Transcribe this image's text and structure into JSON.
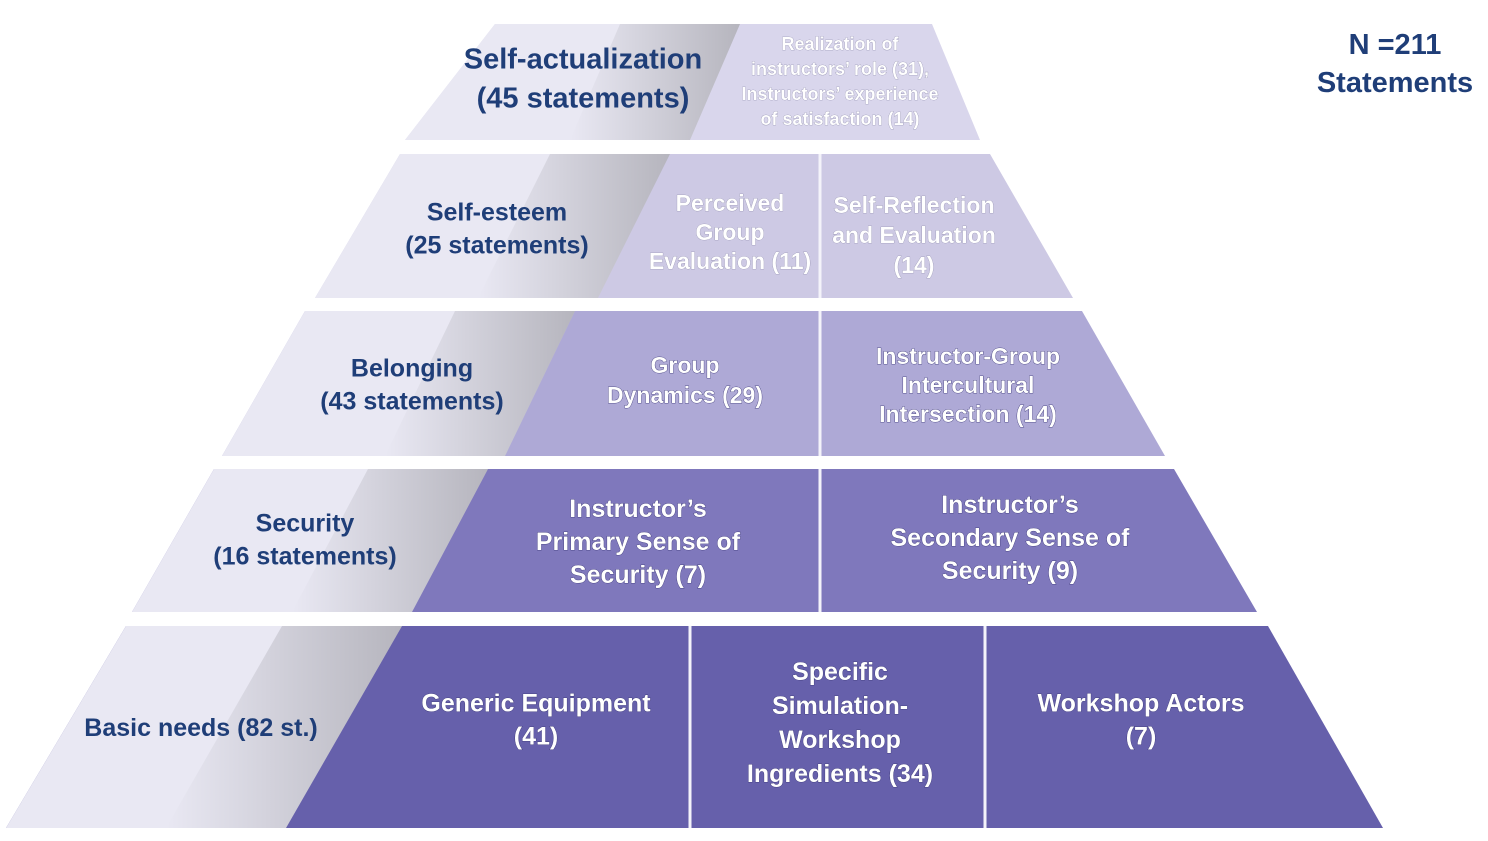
{
  "total": {
    "count_line": "N =211",
    "unit_line": "Statements"
  },
  "levels": [
    {
      "id": "self-actualization",
      "label_lines": [
        "Self-actualization",
        "(45 statements)"
      ],
      "label_color": "#1f3e78",
      "statements": 45,
      "cells": [
        {
          "lines": [
            "Realization of",
            "instructors’ role (31),",
            "Instructors’ experience",
            "of  satisfaction (14)"
          ]
        }
      ]
    },
    {
      "id": "self-esteem",
      "label_lines": [
        "Self-esteem",
        "(25 statements)"
      ],
      "statements": 25,
      "cells": [
        {
          "lines": [
            "Perceived",
            "Group",
            "Evaluation (11)"
          ]
        },
        {
          "lines": [
            "Self-Reflection",
            "and  Evaluation",
            "(14)"
          ]
        }
      ]
    },
    {
      "id": "belonging",
      "label_lines": [
        "Belonging",
        "(43 statements)"
      ],
      "statements": 43,
      "cells": [
        {
          "lines": [
            "Group",
            "Dynamics (29)"
          ]
        },
        {
          "lines": [
            "Instructor-Group",
            "Intercultural",
            "Intersection (14)"
          ]
        }
      ]
    },
    {
      "id": "security",
      "label_lines": [
        "Security",
        "(16 statements)"
      ],
      "statements": 16,
      "cells": [
        {
          "lines": [
            "Instructor’s",
            "Primary Sense of",
            "Security (7)"
          ]
        },
        {
          "lines": [
            "Instructor’s",
            "Secondary Sense of",
            "Security (9)"
          ]
        }
      ]
    },
    {
      "id": "basic-needs",
      "label_lines": [
        "Basic needs (82 st.)"
      ],
      "statements": 82,
      "cells": [
        {
          "lines": [
            "Generic Equipment",
            "(41)"
          ]
        },
        {
          "lines": [
            "Specific",
            "Simulation-",
            "Workshop",
            "Ingredients  (34)"
          ]
        },
        {
          "lines": [
            "Workshop Actors",
            "(7)"
          ]
        }
      ]
    }
  ],
  "colors": {
    "label_text": "#1f3e78",
    "label_panel": "#e9e8f3",
    "tier_fills": [
      "#d9d6ec",
      "#cdc9e4",
      "#aea9d6",
      "#7f78bc",
      "#6660ab"
    ]
  }
}
